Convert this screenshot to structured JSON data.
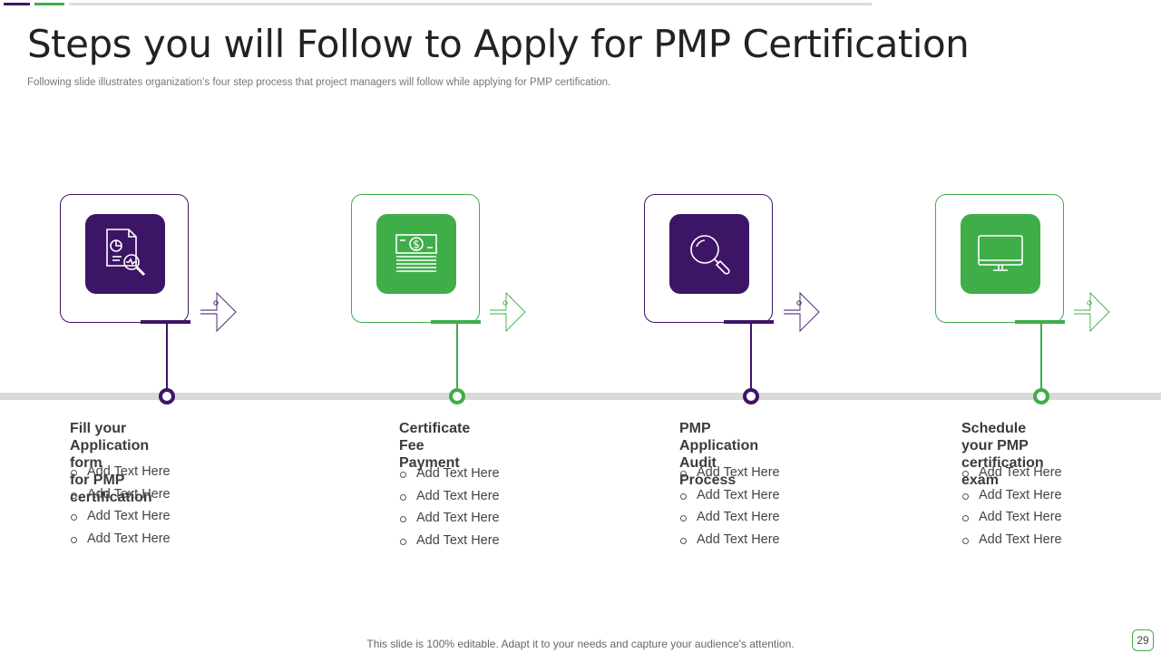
{
  "slide": {
    "title": "Steps you will Follow to Apply for PMP Certification",
    "subtitle": "Following slide illustrates organization’s four step process that project managers will follow while applying for PMP  certification.",
    "footer": "This slide is 100% editable. Adapt it to your needs and capture your audience's attention.",
    "page_number": "29"
  },
  "colors": {
    "purple": "#3d1566",
    "green": "#3fae49",
    "timeline": "#d9d9d9"
  },
  "steps": [
    {
      "title": "Fill your Application form\nfor PMP certification",
      "icon": "document-analysis-icon",
      "color": "purple",
      "bullets": [
        "Add Text Here",
        "Add Text Here",
        "Add Text Here",
        "Add Text Here"
      ]
    },
    {
      "title": "Certificate\nFee Payment",
      "icon": "cash-payment-icon",
      "color": "green",
      "bullets": [
        "Add Text Here",
        "Add Text Here",
        "Add Text Here",
        "Add Text Here"
      ]
    },
    {
      "title": "PMP Application\nAudit Process",
      "icon": "magnifier-icon",
      "color": "purple",
      "bullets": [
        "Add Text Here",
        "Add Text Here",
        "Add Text Here",
        "Add Text Here"
      ]
    },
    {
      "title": "Schedule your PMP\ncertification exam",
      "icon": "monitor-icon",
      "color": "green",
      "bullets": [
        "Add Text Here",
        "Add Text Here",
        "Add Text Here",
        "Add Text Here"
      ]
    }
  ]
}
